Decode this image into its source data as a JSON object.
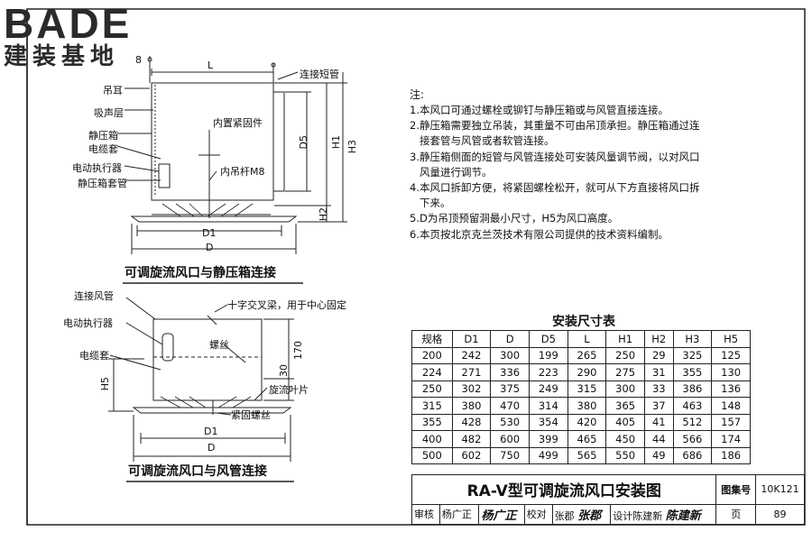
{
  "logo": {
    "top": "BADE",
    "bottom": "建装基地"
  },
  "fig1": {
    "title": "可调旋流风口与静压箱连接",
    "labels": {
      "lug": "吊耳",
      "sound_layer": "吸声层",
      "plenum": "静压箱",
      "cable_sleeve": "电缆套",
      "actuator": "电动执行器",
      "plenum_sleeve": "静压箱套管",
      "conn_short": "连接短管",
      "inner_fastener": "内置紧固件",
      "inner_rod": "内吊杆M8",
      "dim_L": "L",
      "dim_D1": "D1",
      "dim_D": "D",
      "dim_D5": "D5",
      "dim_H1": "H1",
      "dim_H2": "H2",
      "dim_H3": "H3",
      "dim_8": "8"
    }
  },
  "fig2": {
    "title": "可调旋流风口与风管连接",
    "labels": {
      "conn_duct": "连接风管",
      "actuator": "电动执行器",
      "cable_sleeve": "电缆套",
      "cross_beam": "十字交叉梁，用于中心固定",
      "screw": "螺丝",
      "swirl_blade": "旋流叶片",
      "fastening_screw": "紧固螺丝",
      "dim_H5": "H5",
      "dim_170": "170",
      "dim_30": "30",
      "dim_D1": "D1",
      "dim_D": "D"
    }
  },
  "notes": {
    "title": "注:",
    "items": [
      "1.本风口可通过螺栓或铆钉与静压箱或与风管直接连接。",
      "2.静压箱需要独立吊装，其重量不可由吊顶承担。静压箱通过连",
      "   接套管与风管或者软管连接。",
      "3.静压箱侧面的短管与风管连接处可安装风量调节阀，以对风口",
      "   风量进行调节。",
      "4.本风口拆卸方便，将紧固螺栓松开，就可从下方直接将风口拆",
      "   下来。",
      "5.D为吊顶预留洞最小尺寸，H5为风口高度。",
      "6.本页按北京克兰茨技术有限公司提供的技术资料编制。"
    ]
  },
  "spec_table": {
    "title": "安装尺寸表",
    "headers": [
      "规格",
      "D1",
      "D",
      "D5",
      "L",
      "H1",
      "H2",
      "H3",
      "H5"
    ],
    "rows": [
      [
        "200",
        "242",
        "300",
        "199",
        "265",
        "250",
        "29",
        "325",
        "125"
      ],
      [
        "224",
        "271",
        "336",
        "223",
        "290",
        "275",
        "31",
        "355",
        "130"
      ],
      [
        "250",
        "302",
        "375",
        "249",
        "315",
        "300",
        "33",
        "386",
        "136"
      ],
      [
        "315",
        "380",
        "470",
        "314",
        "380",
        "365",
        "37",
        "463",
        "148"
      ],
      [
        "355",
        "428",
        "530",
        "354",
        "420",
        "405",
        "41",
        "512",
        "157"
      ],
      [
        "400",
        "482",
        "600",
        "399",
        "465",
        "450",
        "44",
        "566",
        "174"
      ],
      [
        "500",
        "602",
        "750",
        "499",
        "565",
        "550",
        "49",
        "686",
        "186"
      ]
    ]
  },
  "title_block": {
    "drawing_title": "RA-V型可调旋流风口安装图",
    "atlas_label": "图集号",
    "atlas_no": "10K121",
    "review_label": "审核",
    "review_name": "杨广正",
    "review_sig": "杨广正",
    "check_label": "校对",
    "check_name": "张郡",
    "check_sig": "张郡",
    "design_label": "设计",
    "design_name": "陈建新",
    "design_sig": "陈建新",
    "page_label": "页",
    "page_no": "89"
  }
}
